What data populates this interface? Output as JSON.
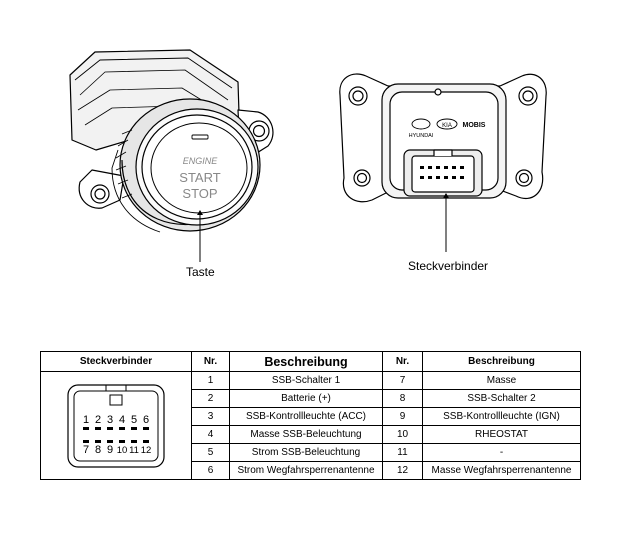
{
  "callouts": {
    "button": "Taste",
    "connector": "Steckverbinder"
  },
  "switch_face": {
    "line1": "ENGINE",
    "line2": "START",
    "line3": "STOP"
  },
  "logos": {
    "hyundai": "HYUNDAI",
    "kia": "KIA",
    "mobis": "MOBIS"
  },
  "table": {
    "headers": {
      "connector": "Steckverbinder",
      "nr_left": "Nr.",
      "desc_left": "Beschreibung",
      "nr_right": "Nr.",
      "desc_right": "Beschreibung"
    },
    "rows": [
      {
        "nr_l": "1",
        "desc_l": "SSB-Schalter 1",
        "nr_r": "7",
        "desc_r": "Masse"
      },
      {
        "nr_l": "2",
        "desc_l": "Batterie (+)",
        "nr_r": "8",
        "desc_r": "SSB-Schalter 2"
      },
      {
        "nr_l": "3",
        "desc_l": "SSB-Kontrollleuchte (ACC)",
        "nr_r": "9",
        "desc_r": "SSB-Kontrollleuchte (IGN)"
      },
      {
        "nr_l": "4",
        "desc_l": "Masse SSB-Beleuchtung",
        "nr_r": "10",
        "desc_r": "RHEOSTAT"
      },
      {
        "nr_l": "5",
        "desc_l": "Strom SSB-Beleuchtung",
        "nr_r": "11",
        "desc_r": "-"
      },
      {
        "nr_l": "6",
        "desc_l": "Strom Wegfahrsperrenantenne",
        "nr_r": "12",
        "desc_r": "Masse Wegfahrsperrenantenne"
      }
    ],
    "connector_pins_top": [
      "1",
      "2",
      "3",
      "4",
      "5",
      "6"
    ],
    "connector_pins_bottom": [
      "7",
      "8",
      "9",
      "10",
      "11",
      "12"
    ]
  }
}
